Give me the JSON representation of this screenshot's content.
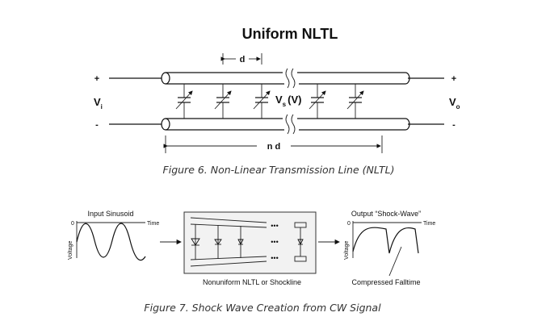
{
  "nltl": {
    "title": "Uniform NLTL",
    "plus_left": "+",
    "minus_left": "-",
    "plus_right": "+",
    "minus_right": "-",
    "vi": "V",
    "vi_sub": "i",
    "vo": "V",
    "vo_sub": "o",
    "d": "d",
    "vs": "V",
    "vs_sub": "s",
    "vs_unit": "(V)",
    "nd": "n d",
    "caption": "Figure 6. Non-Linear Transmission Line (NLTL)"
  },
  "shock": {
    "input_label": "Input Sinusoid",
    "input_zero": "0",
    "input_time": "Time",
    "input_voltage": "Voltage",
    "dots_top": "•••",
    "dots_mid": "•••",
    "dots_bot": "•••",
    "box_label": "Nonuniform NLTL or Shockline",
    "output_label": "Output “Shock-Wave”",
    "output_zero": "0",
    "output_time": "Time",
    "output_voltage": "Voltage",
    "falltime_label": "Compressed Falltime",
    "caption": "Figure 7. Shock Wave Creation from CW Signal"
  }
}
